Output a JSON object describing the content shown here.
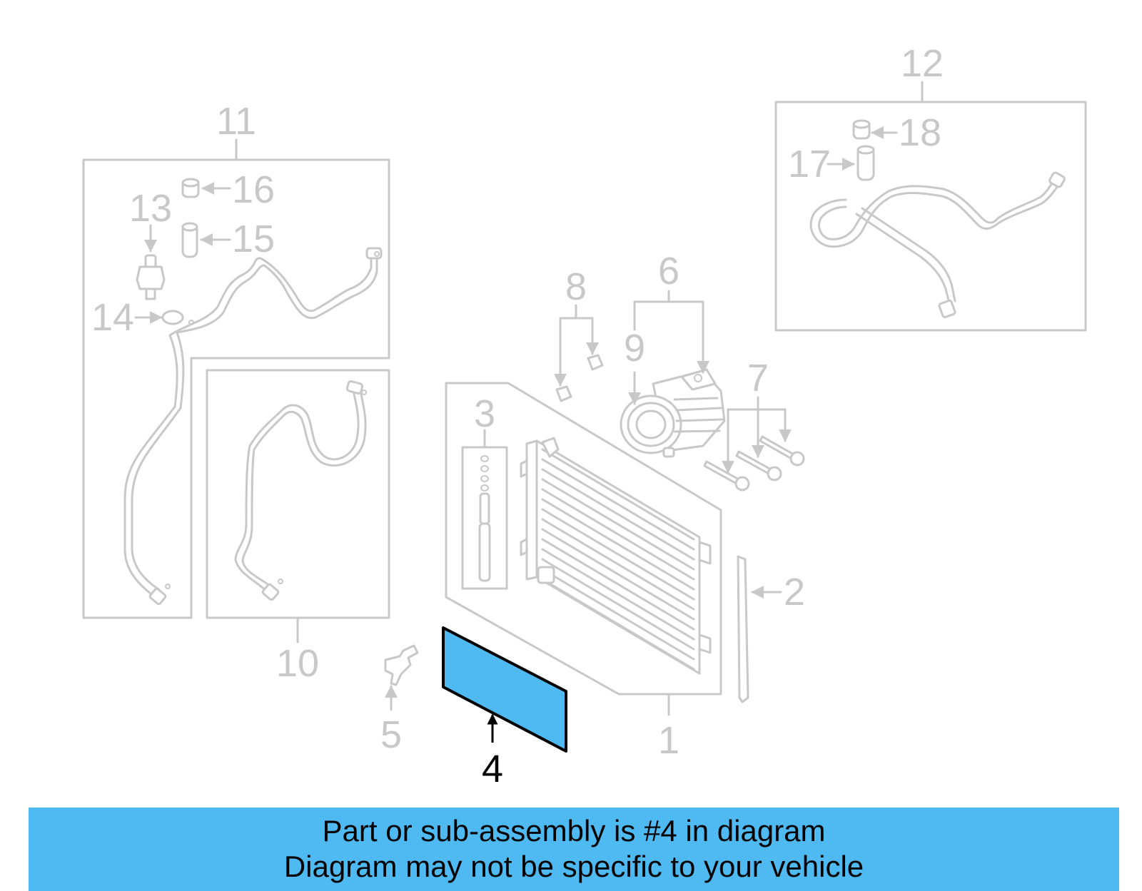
{
  "diagram": {
    "highlight_color": "#4fbaf2",
    "part_color": "#c8c8c8",
    "callouts": {
      "c1": "1",
      "c2": "2",
      "c3": "3",
      "c4": "4",
      "c5": "5",
      "c6": "6",
      "c7": "7",
      "c8": "8",
      "c9": "9",
      "c10": "10",
      "c11": "11",
      "c12": "12",
      "c13": "13",
      "c14": "14",
      "c15": "15",
      "c16": "16",
      "c17": "17",
      "c18": "18"
    },
    "highlighted_part": "4"
  },
  "footer": {
    "line1": "Part or sub-assembly is #4 in diagram",
    "line2": "Diagram may not be specific to your vehicle",
    "background": "#4fbaf2"
  }
}
